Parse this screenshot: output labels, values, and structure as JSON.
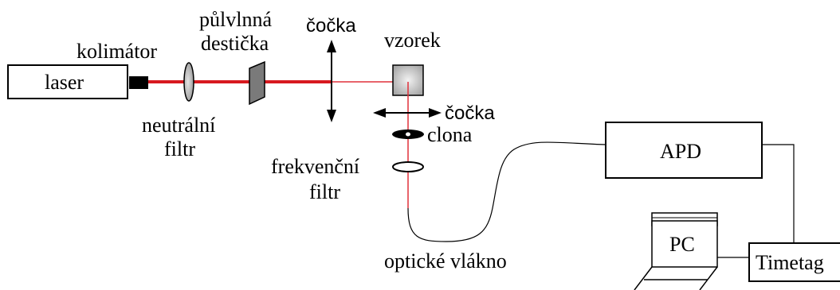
{
  "labels": {
    "laser": "laser",
    "kolimator": "kolimátor",
    "neutral_filter_line1": "neutrální",
    "neutral_filter_line2": "filtr",
    "half_wave_plate_line1": "půlvlnná",
    "half_wave_plate_line2": "destička",
    "lens_top": "čočka",
    "sample": "vzorek",
    "lens_bottom": "čočka",
    "aperture": "clona",
    "frequency_filter_line1": "frekvenční",
    "frequency_filter_line2": "filtr",
    "optical_fiber": "optické vlákno",
    "apd": "APD",
    "pc": "PC",
    "timetag": "Timetag"
  },
  "colors": {
    "beam": "#d7191f",
    "beam_thin": "#e0303a",
    "line": "#000000",
    "lens_fill": "#b9b9b9",
    "plate_fill": "#7a7a7a",
    "sample_fill_center": "#f2f2f2",
    "sample_fill_edge": "#a8a8a8"
  }
}
